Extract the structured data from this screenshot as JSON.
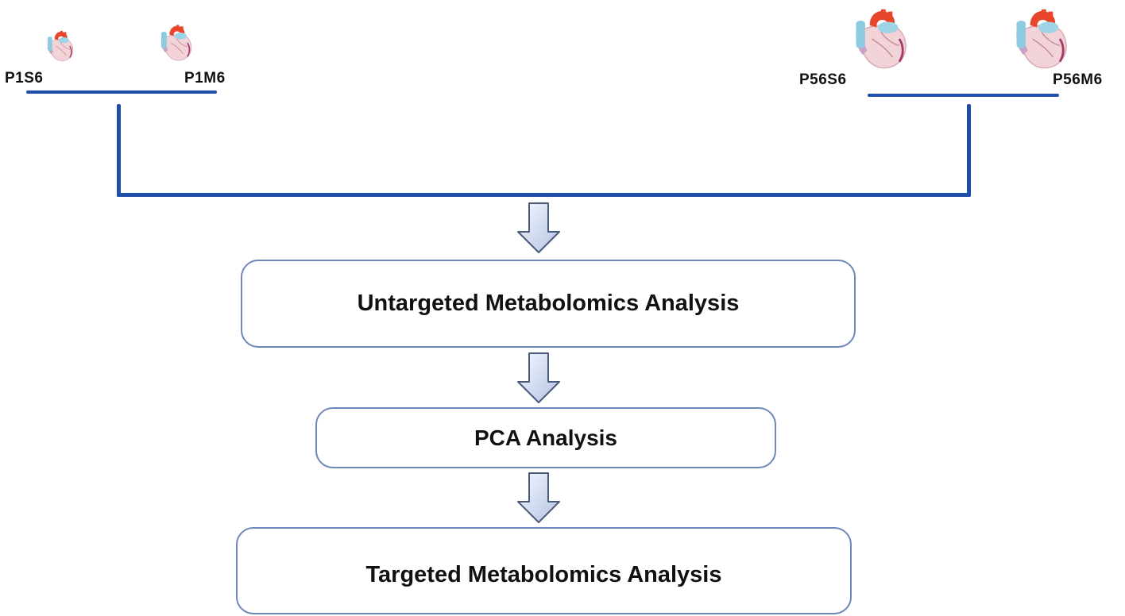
{
  "samples": {
    "group1": {
      "left_label": "P1S6",
      "right_label": "P1M6"
    },
    "group2": {
      "left_label": "P56S6",
      "right_label": "P56M6"
    }
  },
  "steps": [
    {
      "label": "Untargeted Metabolomics Analysis"
    },
    {
      "label": "PCA Analysis"
    },
    {
      "label": "Targeted Metabolomics Analysis"
    }
  ],
  "colors": {
    "connector": "#1f4fa8",
    "box_border": "#6f86b8",
    "arrow_fill_top": "#f4f7fd",
    "arrow_fill_bottom": "#b9c8e6"
  },
  "icons": [
    "heart-icon"
  ]
}
